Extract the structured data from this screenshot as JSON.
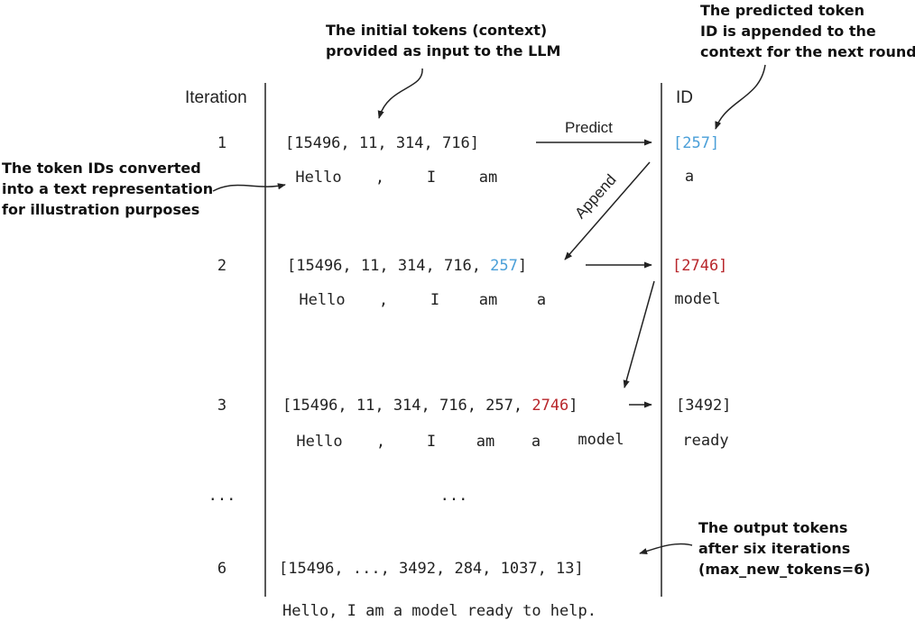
{
  "headers": {
    "iteration": "Iteration",
    "id": "ID"
  },
  "annotations": {
    "context": "The initial tokens (context)\nprovided as input to the LLM",
    "appended": "The predicted token\nID is appended to the\ncontext for the next round.",
    "text_repr": "The token IDs converted\ninto a text representation\nfor illustration purposes",
    "output": "The output tokens\nafter six iterations\n(max_new_tokens=6)"
  },
  "arrows": {
    "predict": "Predict",
    "append": "Append"
  },
  "rows": [
    {
      "iteration": "1",
      "ids_prefix": "[15496, 11, 314, 716]",
      "ids_new": "",
      "ids_suffix": "",
      "tokens": [
        "Hello",
        ",",
        "I",
        "am"
      ],
      "predicted_id": "[257]",
      "predicted_token": "a"
    },
    {
      "iteration": "2",
      "ids_prefix": "[15496, 11, 314, 716, ",
      "ids_new": "257",
      "ids_suffix": "]",
      "tokens": [
        "Hello",
        ",",
        "I",
        "am",
        "a"
      ],
      "predicted_id": "[2746]",
      "predicted_token": "model"
    },
    {
      "iteration": "3",
      "ids_prefix": "[15496, 11, 314, 716, 257, ",
      "ids_new": "2746",
      "ids_suffix": "]",
      "tokens": [
        "Hello",
        ",",
        "I",
        "am",
        "a",
        "model"
      ],
      "predicted_id": "[3492]",
      "predicted_token": "ready"
    }
  ],
  "ellipsis": {
    "iteration": "...",
    "ids": "..."
  },
  "final": {
    "iteration": "6",
    "ids": "[15496, ..., 3492, 284, 1037, 13]",
    "text": "Hello, I am a model ready to help."
  },
  "colors": {
    "new_id_blue": "#4a9fd8",
    "new_id_red": "#b8262b",
    "ink": "#222222"
  }
}
